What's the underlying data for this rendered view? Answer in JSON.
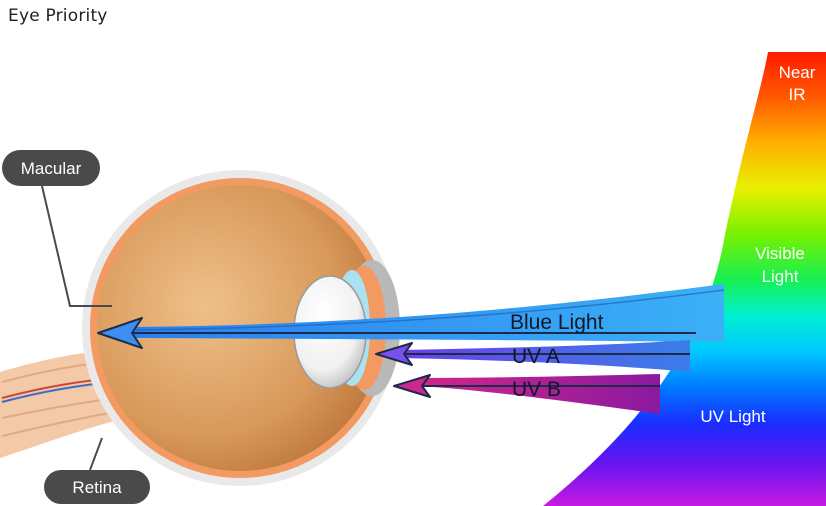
{
  "title": "Eye Priority",
  "labels": {
    "macular": "Macular",
    "retina": "Retina",
    "near_ir_line1": "Near",
    "near_ir_line2": "IR",
    "visible_line1": "Visible",
    "visible_line2": "Light",
    "uv_light": "UV Light",
    "blue_light": "Blue Light",
    "uv_a": "UV A",
    "uv_b": "UV B"
  },
  "colors": {
    "blue_light": "#2e90f0",
    "uv_a": "#5a63e6",
    "uv_b": "#c2248f",
    "eye": "#d99a5e",
    "label_box": "#4a4a4a"
  }
}
